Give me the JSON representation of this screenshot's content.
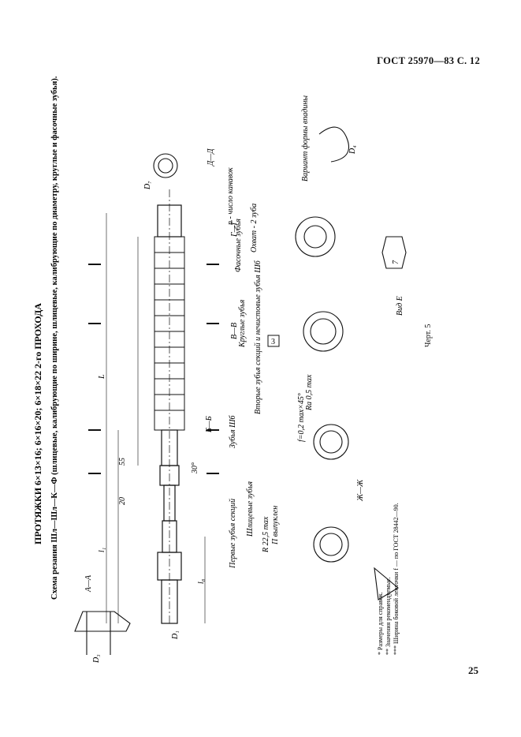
{
  "header": {
    "standard_ref": "ГОСТ 25970—83 С. 12"
  },
  "page": {
    "number": "25"
  },
  "title": {
    "main": "ПРОТЯЖКИ 6×13×16; 6×16×20; 6×18×22 2-го ПРОХОДА",
    "scheme": "Схема резания Шл—Шл—К—Ф (шлицевые, калибрующие по ширине, шлицевые, калибрующие по диаметру, круглые и фасочные зубья)."
  },
  "figure": {
    "caption": "Черт. 5",
    "labels": {
      "section_aa": "А—А",
      "section_bb": "Б—Б",
      "section_vv": "В—В",
      "section_gg": "Г—Г",
      "section_dd": "Д—Д",
      "section_zhzh": "Ж—Ж",
      "view_e": "Вид Е",
      "spline_teeth": "Шлицевые зубья",
      "teeth_shb": "Зубья Шб",
      "first_teeth": "Первые зубья секций",
      "second_teeth": "Вторые зубья секций и нечистовые зубья Шб",
      "round_teeth": "Круглые зубья",
      "chamfer_teeth": "Фасочные зубья",
      "chamfer_note": "Охват - 2 зуба",
      "variant": "Вариант формы впадины",
      "n_grooves": "n - число канавок",
      "r_225": "R 22,5 max",
      "p_bulge": "П выпуклен",
      "f_note": "f=0,2 max×45°",
      "ra_max": "Rа 0,5 max",
      "l_label": "L",
      "l1": "l₁",
      "l8": "l₈",
      "d3": "D₃",
      "d1": "D₁",
      "d7": "D₇",
      "d4": "D₄",
      "dim_20": "20",
      "dim_55": "55",
      "dim_30": "30°",
      "dim_7": "7",
      "box_3": "3"
    }
  },
  "footnotes": [
    "* Размеры для справок.",
    "** Значения рекомендуемые.",
    "*** Ширина боковой ленточки f — по ГОСТ 28442—90."
  ]
}
